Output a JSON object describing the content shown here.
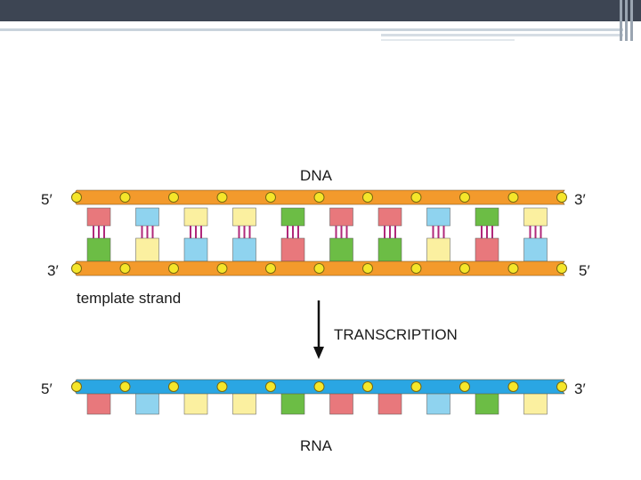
{
  "diagram": {
    "title_top": "DNA",
    "title_bottom": "RNA",
    "dna_top_left": "5′",
    "dna_top_right": "3′",
    "dna_bottom_left": "3′",
    "dna_bottom_right": "5′",
    "rna_left": "5′",
    "rna_right": "3′",
    "template_label": "template strand",
    "process_label": "TRANSCRIPTION",
    "colors": {
      "dna_backbone": "#f39a2c",
      "rna_backbone": "#2aa6e3",
      "phosphate": "#f5e62a",
      "base_red": "#e8787c",
      "base_blue": "#8fd3ef",
      "base_yellow": "#fbf0a0",
      "base_green": "#6cbd45",
      "hbond": "#b0287a"
    },
    "top_bases": [
      "red",
      "blue",
      "yellow",
      "yellow",
      "green",
      "red",
      "red",
      "blue",
      "green",
      "yellow"
    ],
    "bottom_bases": [
      "green",
      "yellow",
      "blue",
      "blue",
      "red",
      "green",
      "green",
      "yellow",
      "red",
      "blue"
    ],
    "rna_bases": [
      "red",
      "blue",
      "yellow",
      "yellow",
      "green",
      "red",
      "red",
      "blue",
      "green",
      "yellow"
    ]
  }
}
